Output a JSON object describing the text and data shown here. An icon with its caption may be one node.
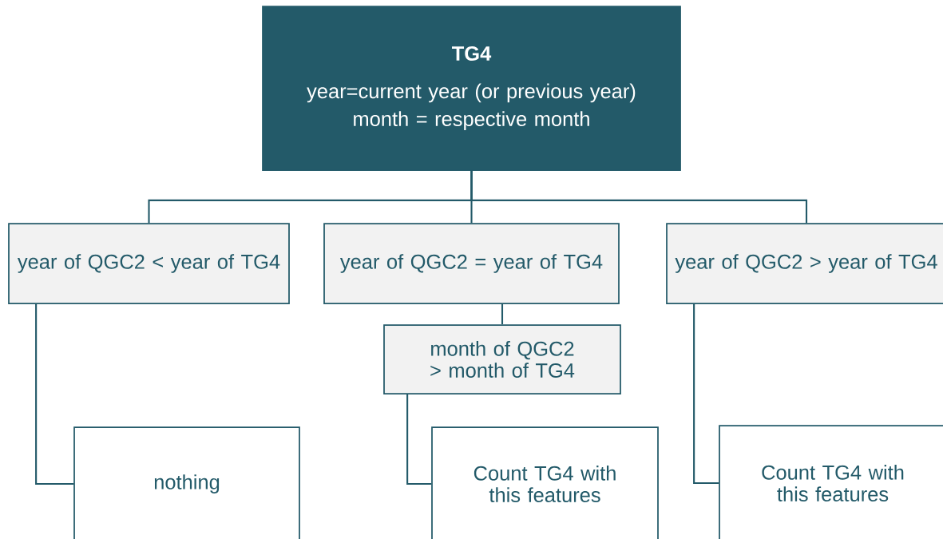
{
  "diagram": {
    "nodes": [
      {
        "text": [
          "TG4",
          "year=current year (or previous year)",
          "month = respective month"
        ]
      },
      {
        "text": [
          "year of QGC2 < year of TG4"
        ]
      },
      {
        "text": [
          "year of QGC2 = year of TG4"
        ]
      },
      {
        "text": [
          "year of QGC2 > year of TG4"
        ]
      },
      {
        "text": [
          "month of QGC2 > month of TG4"
        ]
      },
      {
        "text": [
          "nothing"
        ]
      },
      {
        "text": [
          "Count TG4 with this features"
        ]
      },
      {
        "text": [
          "Count TG4 with this features"
        ]
      }
    ],
    "edges": [
      {
        "from": 0,
        "to": 1,
        "arrow": "none"
      },
      {
        "from": 0,
        "to": 2,
        "arrow": "none"
      },
      {
        "from": 0,
        "to": 3,
        "arrow": "none"
      },
      {
        "from": 1,
        "to": 5,
        "arrow": "none"
      },
      {
        "from": 2,
        "to": 4,
        "arrow": "none"
      },
      {
        "from": 4,
        "to": 6,
        "arrow": "none"
      },
      {
        "from": 3,
        "to": 7,
        "arrow": "none"
      }
    ]
  }
}
